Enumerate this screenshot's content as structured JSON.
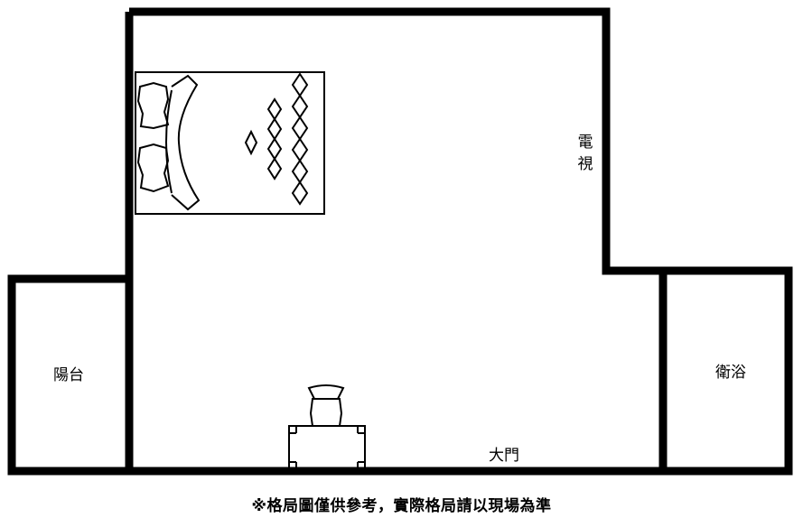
{
  "rooms": {
    "balcony": "陽台",
    "bathroom": "衛浴",
    "tv_chars": [
      "電",
      "視"
    ],
    "door": "大門"
  },
  "disclaimer": "※格局圖僅供參考，實際格局請以現場為準",
  "icons": [
    "bed-icon",
    "chair-icon",
    "desk-icon"
  ],
  "colors": {
    "wall": "#000000",
    "background": "#ffffff"
  }
}
